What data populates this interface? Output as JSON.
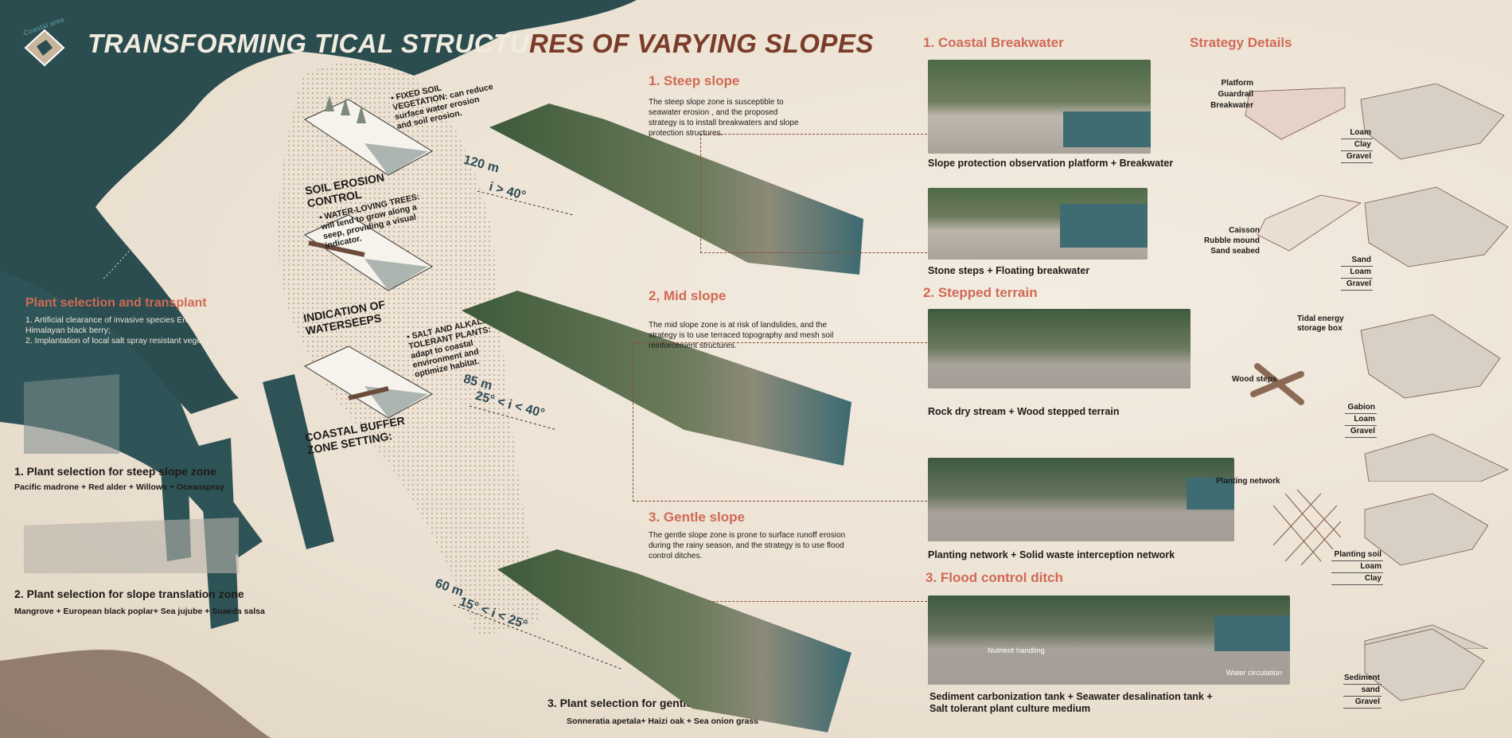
{
  "logo": {
    "text": "Coastal area"
  },
  "title": {
    "part1": "TRANSFORMING TICAL STRUCTU",
    "part2": "RES OF VARYING SLOPES"
  },
  "annotations": {
    "fixed_soil": "• FIXED SOIL VEGETATION: can reduce surface water erosion and soil erosion.",
    "soil_erosion": "SOIL EROSION CONTROL",
    "water_loving": "• WATER-LOVING TREES: will tend to grow along a seep, providing a visual indicator.",
    "waterseeps": "INDICATION OF WATERSEEPS",
    "salt": "• SALT AND ALKALINE TOLERANT PLANTS: adapt to coastal environment and optimize habitat.",
    "buffer": "COASTAL BUFFER ZONE SETTING:"
  },
  "plant": {
    "heading": "Plant selection and transplant",
    "items": [
      "1. Artificial clearance of invasive species English ivy and Himalayan black berry;",
      "2. Implantation of local salt spray resistant vegetation."
    ],
    "steep_title": "1. Plant selection for steep slope zone",
    "steep_list": "Pacific madrone + Red alder + Willows + Oceanspray",
    "translation_title": "2. Plant selection for slope translation zone",
    "translation_list": "Mangrove + European black poplar+ Sea jujube + Suaeda salsa",
    "gentle_title": "3. Plant selection for gentle slope zone",
    "gentle_list": "Sonneratia apetala+ Haizi oak + Sea onion grass"
  },
  "slopes": [
    {
      "title": "1. Steep slope",
      "text": "The steep slope zone is susceptible to seawater erosion , and the proposed strategy is to install breakwaters and slope protection structures.",
      "height": "120 m",
      "grade": "i > 40°"
    },
    {
      "title": "2, Mid slope",
      "text": "The mid slope zone is at risk of landslides, and the strategy is to use terraced topography and mesh soil reinforcement structures.",
      "height": "85 m",
      "grade": "25° < i < 40°"
    },
    {
      "title": "3. Gentle slope",
      "text": "The gentle slope zone is prone to surface runoff erosion during the rainy season, and the strategy is to use flood control ditches.",
      "height": "60 m",
      "grade": "15° < i < 25°"
    }
  ],
  "strategies": {
    "breakwater_title": "1. Coastal Breakwater",
    "breakwater_cap1": "Slope protection observation platform + Breakwater",
    "breakwater_cap2": "Stone steps + Floating breakwater",
    "stepped_title": "2. Stepped terrain",
    "stepped_cap1": "Rock dry stream + Wood stepped terrain",
    "stepped_cap2": "Planting network + Solid waste interception network",
    "flood_title": "3. Flood control ditch",
    "flood_label1": "Nutrient handling",
    "flood_label2": "Water circulation",
    "flood_cap1": "Sediment carbonization tank + Seawater desalination tank +",
    "flood_cap2": "Salt tolerant plant culture medium"
  },
  "details": {
    "heading": "Strategy Details",
    "d1": [
      "Platform",
      "Guardrail",
      "Breakwater"
    ],
    "d1_layers": [
      "Loam",
      "Clay",
      "Gravel"
    ],
    "d2": [
      "Caisson",
      "Rubble mound",
      "Sand seabed"
    ],
    "d2_layers": [
      "Sand",
      "Loam",
      "Gravel"
    ],
    "tidal": "Tidal energy storage box",
    "wood": "Wood steps",
    "d3_layers": [
      "Gabion",
      "Loam",
      "Gravel"
    ],
    "planting": "Planting network",
    "d4_layers": [
      "Planting soil",
      "Loam",
      "Clay"
    ],
    "d5_layers": [
      "Sediment",
      "sand",
      "Gravel"
    ]
  },
  "colors": {
    "accent": "#d06a55",
    "water": "#2b4d50",
    "title_brown": "#7a3b28"
  }
}
